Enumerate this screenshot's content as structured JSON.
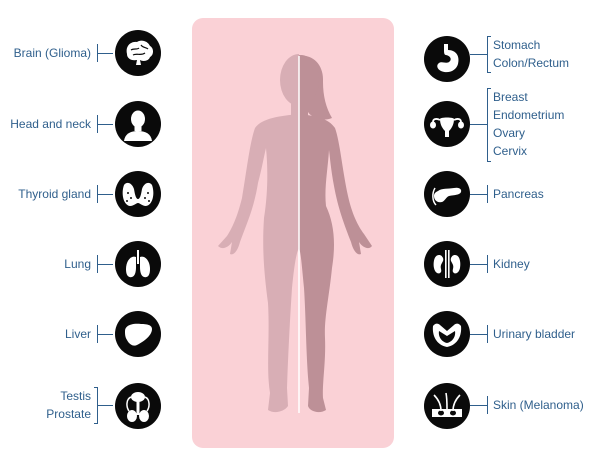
{
  "colors": {
    "panel_bg": "#fad1d6",
    "body_left": "#d8aeb5",
    "body_right": "#bd9097",
    "icon_bg": "#0a0a0a",
    "label": "#2f5f8c"
  },
  "left_organs": [
    {
      "icon": "brain-icon",
      "labels": [
        "Brain (Glioma)"
      ]
    },
    {
      "icon": "head-neck-icon",
      "labels": [
        "Head and neck"
      ]
    },
    {
      "icon": "thyroid-icon",
      "labels": [
        "Thyroid gland"
      ]
    },
    {
      "icon": "lung-icon",
      "labels": [
        "Lung"
      ]
    },
    {
      "icon": "liver-icon",
      "labels": [
        "Liver"
      ]
    },
    {
      "icon": "testis-prostate-icon",
      "labels": [
        "Testis",
        "Prostate"
      ]
    }
  ],
  "right_organs": [
    {
      "icon": "stomach-colon-icon",
      "labels": [
        "Stomach",
        "Colon/Rectum"
      ]
    },
    {
      "icon": "uterus-icon",
      "labels": [
        "Breast",
        "Endometrium",
        "Ovary",
        "Cervix"
      ]
    },
    {
      "icon": "pancreas-icon",
      "labels": [
        "Pancreas"
      ]
    },
    {
      "icon": "kidney-icon",
      "labels": [
        "Kidney"
      ]
    },
    {
      "icon": "bladder-icon",
      "labels": [
        "Urinary bladder"
      ]
    },
    {
      "icon": "skin-icon",
      "labels": [
        "Skin (Melanoma)"
      ]
    }
  ]
}
